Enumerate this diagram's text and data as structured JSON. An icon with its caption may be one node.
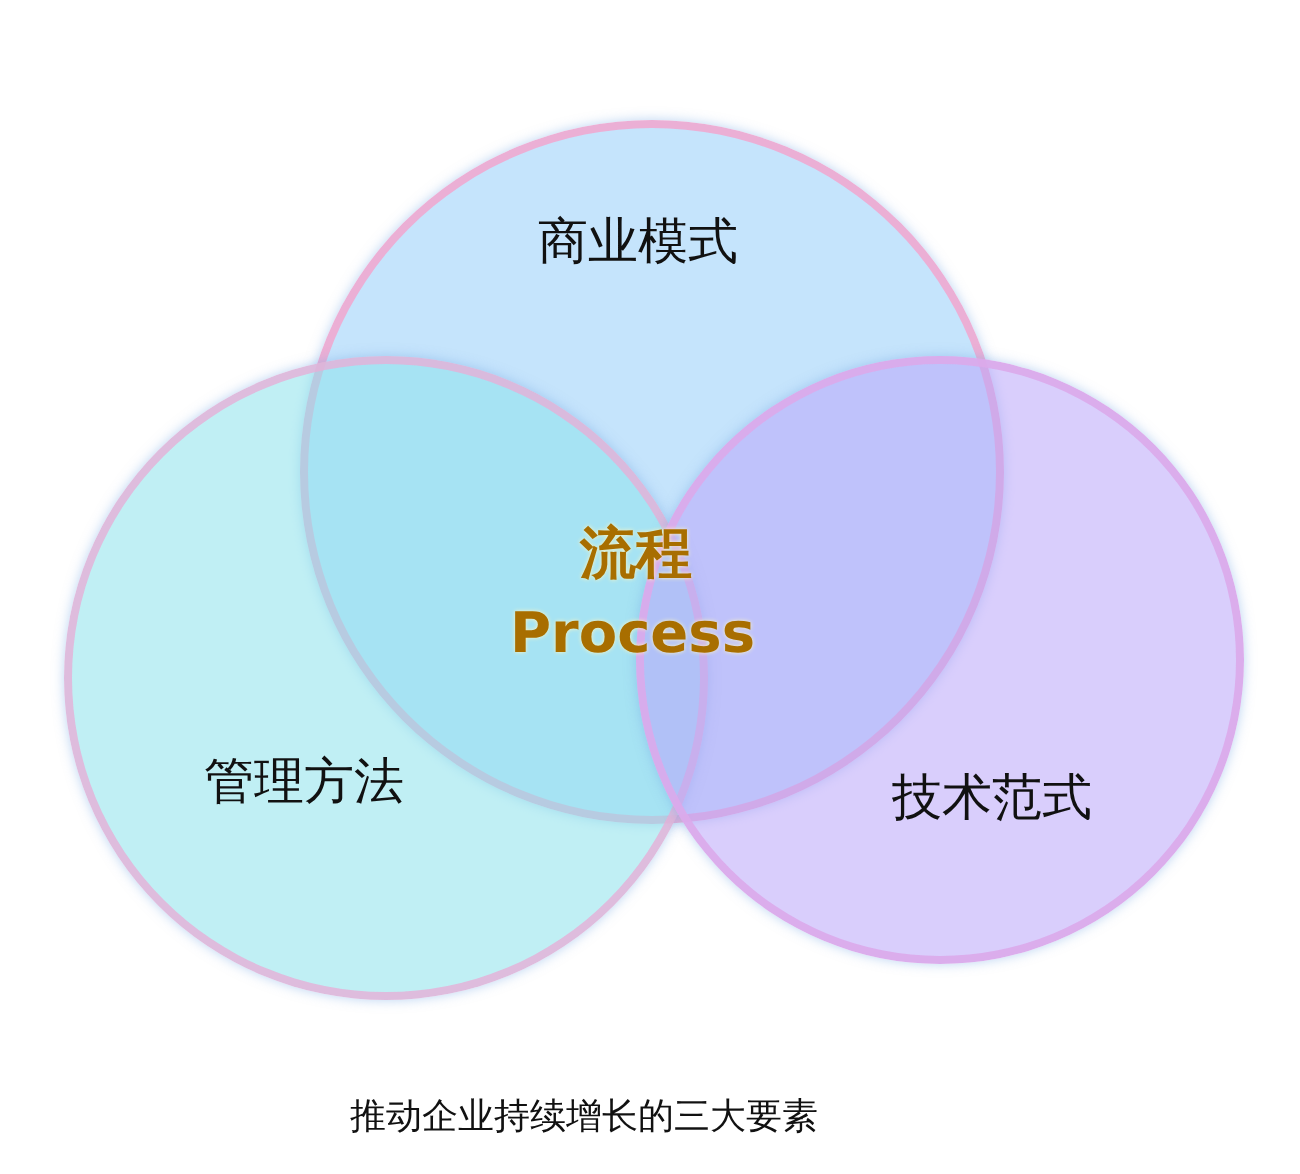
{
  "diagram": {
    "caption": "推动企业持续增长的三大要素",
    "nodes": [
      {
        "text": [
          "商业模式"
        ]
      },
      {
        "text": [
          "管理方法"
        ]
      },
      {
        "text": [
          "技术范式"
        ]
      }
    ],
    "edges": [],
    "labels": [
      "流程",
      "Process"
    ]
  }
}
